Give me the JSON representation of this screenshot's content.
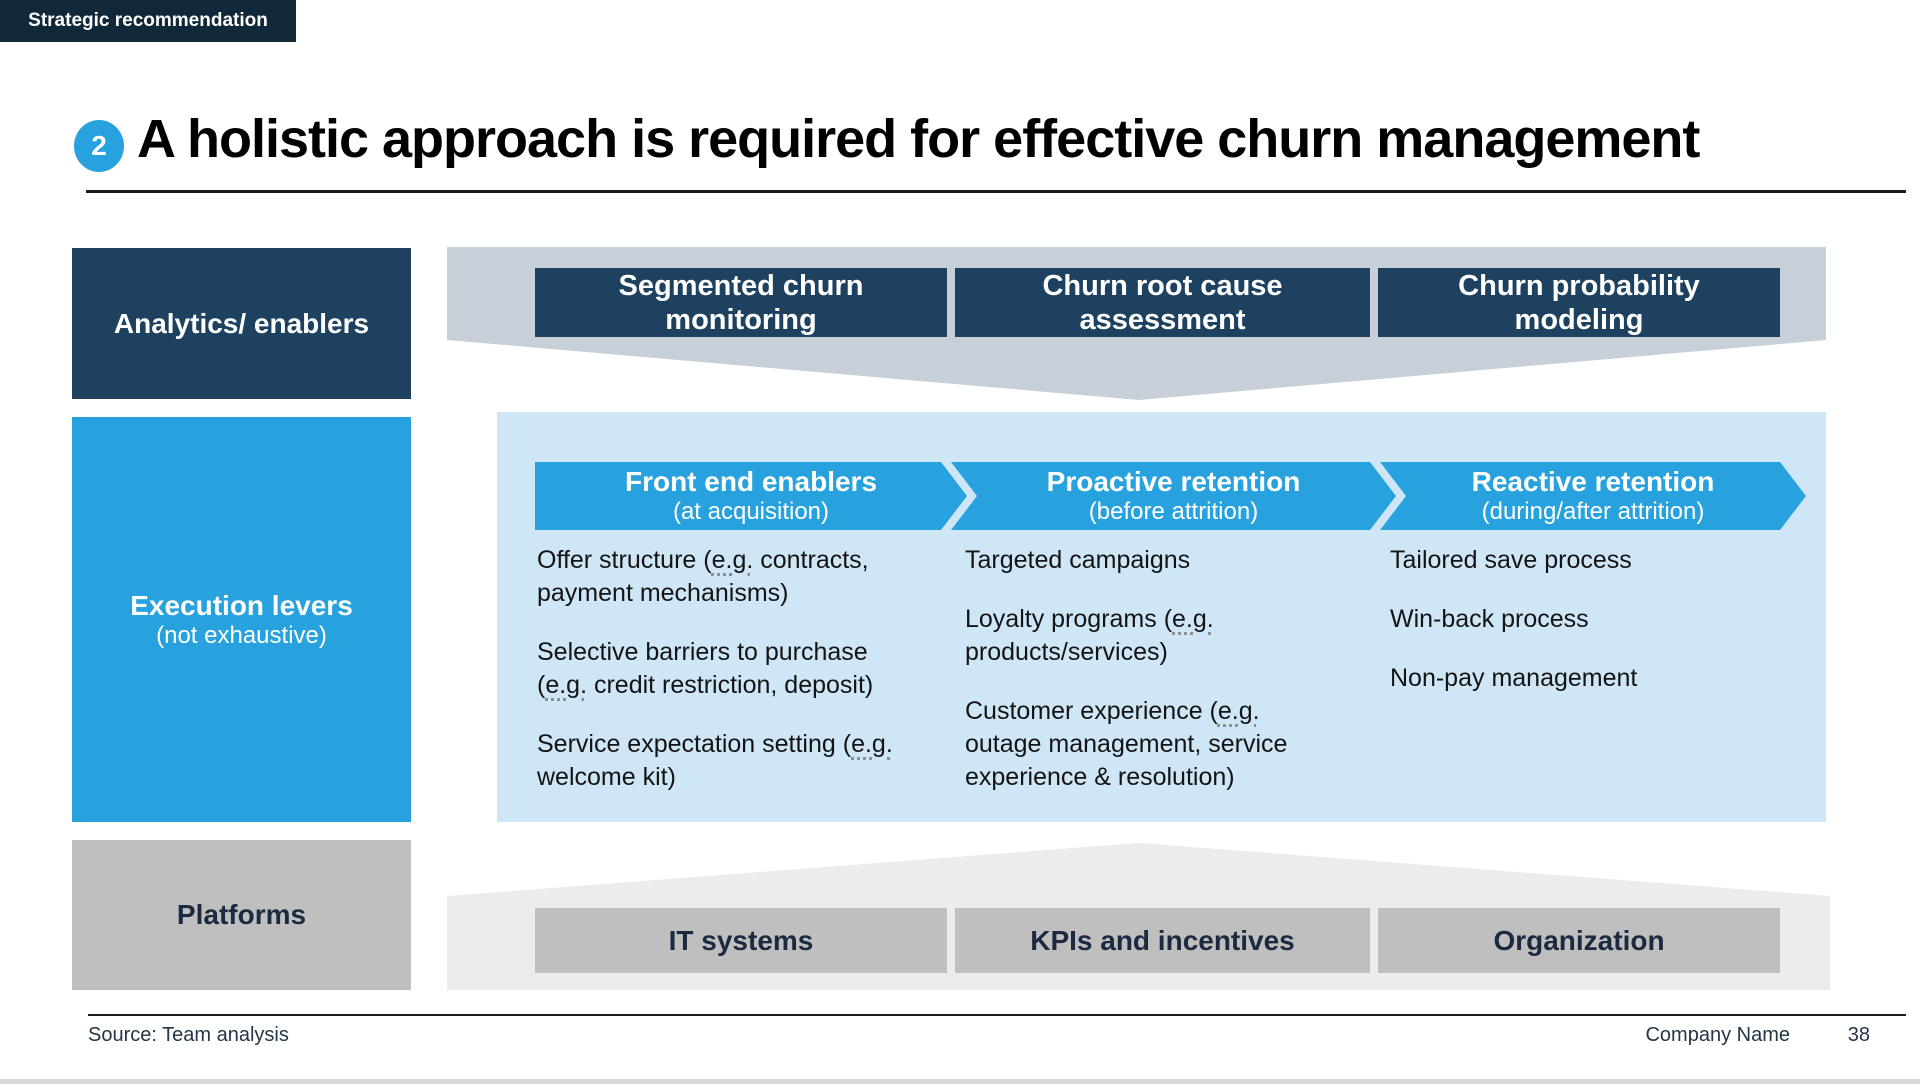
{
  "colors": {
    "navy": "#1e4160",
    "tag": "#112838",
    "blue": "#27a2de",
    "lightblue": "#cfe6f7",
    "bannergray": "#c7d0d9",
    "platbanner": "#ececec",
    "platbox": "#bfbfbf",
    "darklabel": "#1b2a40",
    "body": "#141414",
    "squiggle": "#8f8f8f"
  },
  "tag": {
    "label": "Strategic recommendation"
  },
  "header": {
    "number": "2",
    "title": "A holistic approach is required for effective churn management"
  },
  "left_column": {
    "analytics_label": "Analytics/ enablers",
    "execution_label": "Execution levers",
    "execution_sub": "(not exhaustive)",
    "platforms_label": "Platforms"
  },
  "analytics_row": {
    "boxes": [
      "Segmented churn monitoring",
      "Churn root cause assessment",
      "Churn probability modeling"
    ]
  },
  "execution_row": {
    "arrows": [
      {
        "title": "Front end enablers",
        "subtitle": "(at acquisition)"
      },
      {
        "title": "Proactive retention",
        "subtitle": "(before attrition)"
      },
      {
        "title": "Reactive retention",
        "subtitle": "(during/after attrition)"
      }
    ],
    "columns": [
      {
        "items": [
          "Offer structure (e.g. contracts,\npayment mechanisms)",
          "Selective barriers to purchase\n(e.g. credit restriction, deposit)",
          "Service expectation setting (e.g.\nwelcome kit)"
        ]
      },
      {
        "items": [
          "Targeted campaigns",
          "Loyalty programs (e.g.\nproducts/services)",
          "Customer experience (e.g.\noutage management, service\nexperience & resolution)"
        ]
      },
      {
        "items": [
          "Tailored save process",
          "Win-back process",
          "Non-pay management"
        ]
      }
    ]
  },
  "platforms_row": {
    "boxes": [
      "IT systems",
      "KPIs and incentives",
      "Organization"
    ]
  },
  "footer": {
    "source": "Source: Team analysis",
    "company": "Company Name",
    "page": "38"
  }
}
